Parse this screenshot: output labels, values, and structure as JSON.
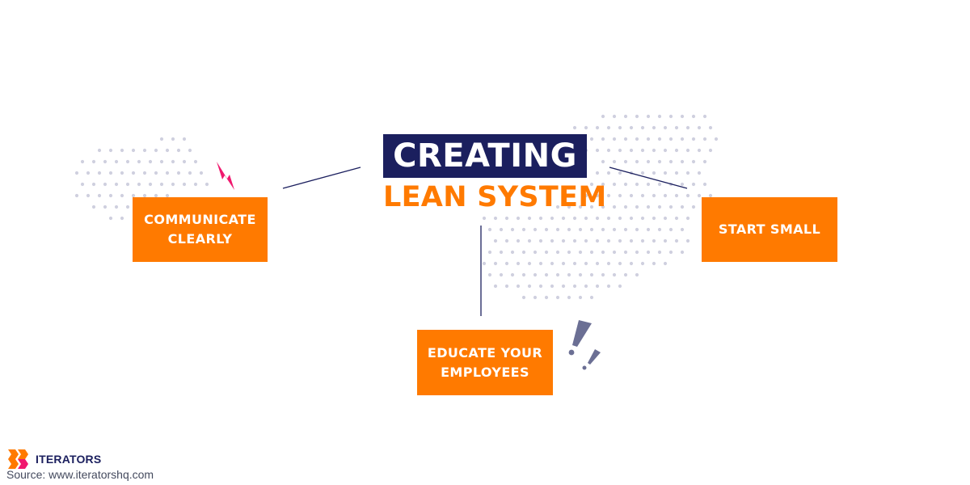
{
  "title": {
    "main": "CREATING",
    "sub": "LEAN SYSTEM"
  },
  "boxes": {
    "communicate": "COMMUNICATE CLEARLY",
    "start": "START SMALL",
    "educate": "EDUCATE YOUR EMPLOYEES"
  },
  "footer": {
    "logo": "ITERATORS",
    "source": "Source: www.iteratorshq.com"
  },
  "colors": {
    "accent": "#ff7a00",
    "navy": "#1b1f5e",
    "pink": "#f0186e",
    "dots": "#cfd0df",
    "exclaim": "#6b6f94"
  }
}
